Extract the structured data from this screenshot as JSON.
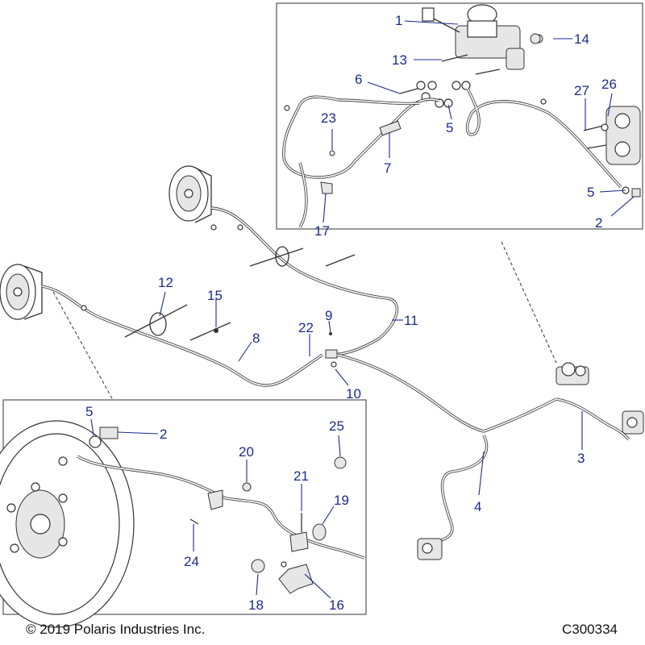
{
  "callouts": {
    "c1": "1",
    "c2": "2",
    "c2b": "2",
    "c3": "3",
    "c4": "4",
    "c5": "5",
    "c5b": "5",
    "c5c": "5",
    "c6": "6",
    "c7": "7",
    "c8": "8",
    "c9": "9",
    "c10": "10",
    "c11": "11",
    "c12": "12",
    "c13": "13",
    "c14": "14",
    "c15": "15",
    "c16": "16",
    "c17": "17",
    "c18": "18",
    "c19": "19",
    "c20": "20",
    "c21": "21",
    "c22": "22",
    "c23": "23",
    "c24": "24",
    "c25": "25",
    "c26": "26",
    "c27": "27"
  },
  "footer": {
    "copyright": "© 2019 Polaris Industries Inc.",
    "diagram_code": "C300334"
  },
  "colors": {
    "callout": "#1b2a8c",
    "line": "#333333",
    "detail_box": "#555555"
  }
}
